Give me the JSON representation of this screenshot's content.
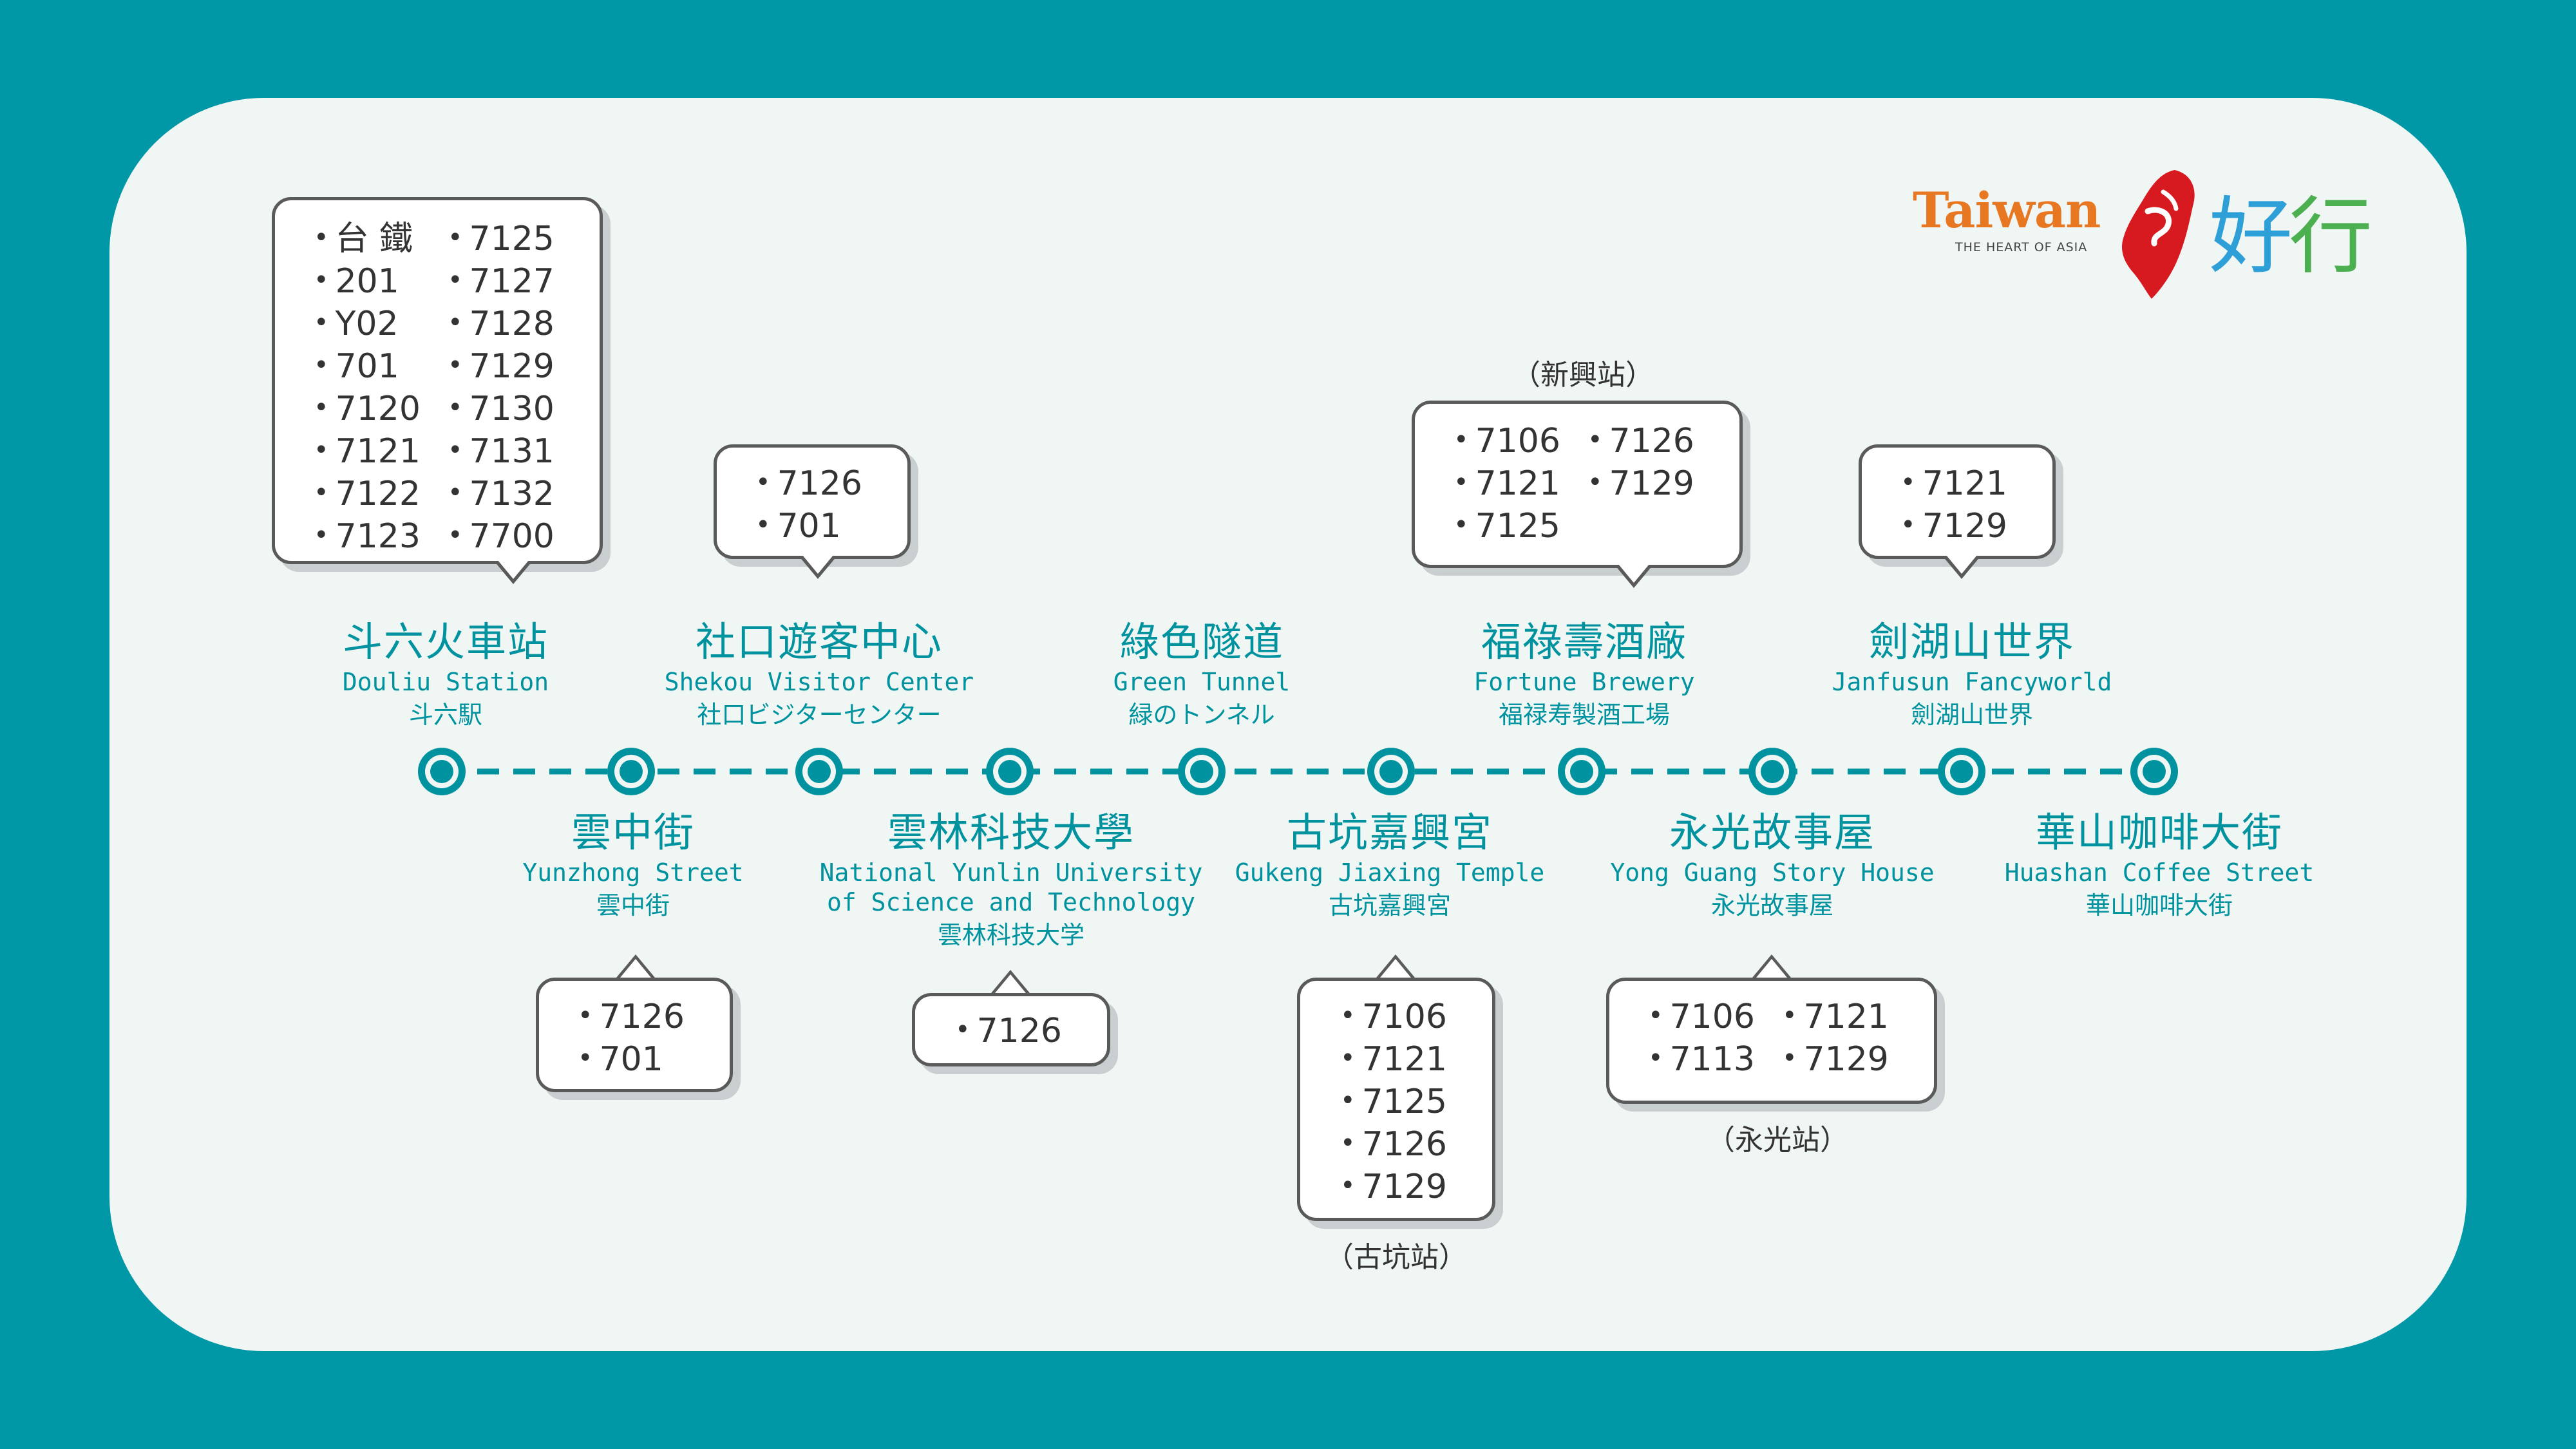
{
  "logo": {
    "brand": "Taiwan",
    "tagline": "THE HEART OF ASIA",
    "script": "好行",
    "colors": {
      "brand": "#e87722",
      "island": "#d71920",
      "hao": "#2f9fd8",
      "xing": "#4caf50"
    }
  },
  "colors": {
    "background": "#0097a7",
    "card": "#eff6f3",
    "route": "#00929f",
    "bubble_border": "#5a5a5a"
  },
  "stations": [
    {
      "zh": "斗六火車站",
      "en": "Douliu Station",
      "jp": "斗六駅"
    },
    {
      "zh": "雲中街",
      "en": "Yunzhong Street",
      "jp": "雲中街"
    },
    {
      "zh": "社口遊客中心",
      "en": "Shekou Visitor Center",
      "jp": "社口ビジターセンター"
    },
    {
      "zh": "雲林科技大學",
      "en": "National Yunlin University",
      "en2": "of Science and Technology",
      "jp": "雲林科技大学"
    },
    {
      "zh": "綠色隧道",
      "en": "Green Tunnel",
      "jp": "緑のトンネル"
    },
    {
      "zh": "古坑嘉興宮",
      "en": "Gukeng Jiaxing Temple",
      "jp": "古坑嘉興宮"
    },
    {
      "zh": "福祿壽酒廠",
      "en": "Fortune Brewery",
      "jp": "福禄寿製酒工場"
    },
    {
      "zh": "永光故事屋",
      "en": "Yong Guang Story House",
      "jp": "永光故事屋"
    },
    {
      "zh": "劍湖山世界",
      "en": "Janfusun Fancyworld",
      "jp": "劍湖山世界"
    },
    {
      "zh": "華山咖啡大街",
      "en": "Huashan Coffee Street",
      "jp": "華山咖啡大街"
    }
  ],
  "transfers": {
    "douliu": {
      "col1": [
        "台 鐵",
        "201",
        "Y02",
        "701",
        "7120",
        "7121",
        "7122",
        "7123"
      ],
      "col2": [
        "7125",
        "7127",
        "7128",
        "7129",
        "7130",
        "7131",
        "7132",
        "7700"
      ]
    },
    "shekou": [
      "7126",
      "701"
    ],
    "fortune": {
      "col1": [
        "7106",
        "7121",
        "7125"
      ],
      "col2": [
        "7126",
        "7129"
      ],
      "note": "（新興站）"
    },
    "janfusun": [
      "7121",
      "7129"
    ],
    "yunzhong": [
      "7126",
      "701"
    ],
    "yuntech": [
      "7126"
    ],
    "gukeng": {
      "lines": [
        "7106",
        "7121",
        "7125",
        "7126",
        "7129"
      ],
      "note": "（古坑站）"
    },
    "yongguang": {
      "col1": [
        "7106",
        "7113"
      ],
      "col2": [
        "7121",
        "7129"
      ],
      "note": "（永光站）"
    }
  }
}
